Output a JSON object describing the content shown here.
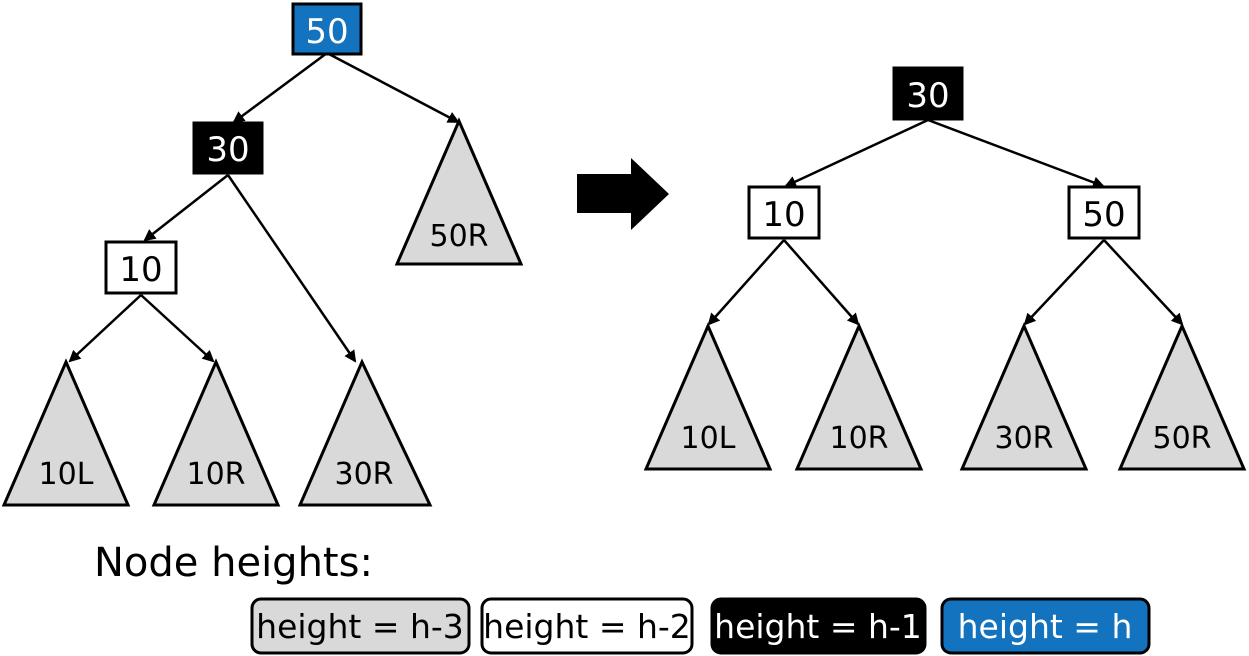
{
  "colors": {
    "height_h": "#1473be",
    "height_h_minus_1": "#000000",
    "height_h_minus_2": "#ffffff",
    "height_h_minus_3": "#d9d9d9",
    "stroke": "#000000",
    "text_dark": "#000000",
    "text_light": "#ffffff"
  },
  "left_tree": {
    "node_50": "50",
    "node_30": "30",
    "node_10": "10",
    "subtree_50R": "50R",
    "subtree_10L": "10L",
    "subtree_10R": "10R",
    "subtree_30R": "30R"
  },
  "right_tree": {
    "node_30": "30",
    "node_10": "10",
    "node_50": "50",
    "subtree_10L": "10L",
    "subtree_10R": "10R",
    "subtree_30R": "30R",
    "subtree_50R": "50R"
  },
  "legend": {
    "title": "Node heights:",
    "items": [
      "height = h-3",
      "height = h-2",
      "height = h-1",
      "height = h"
    ]
  }
}
